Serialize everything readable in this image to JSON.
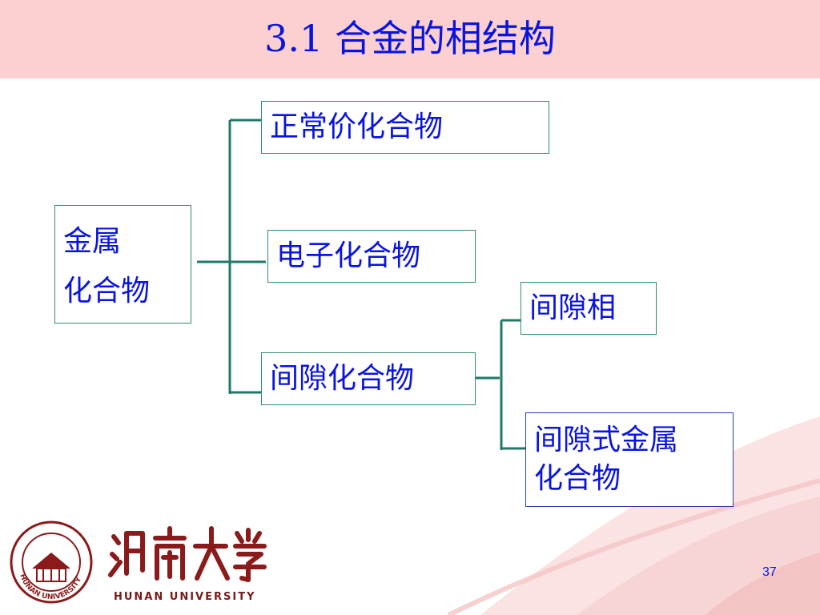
{
  "slide": {
    "title": "3.1 合金的相结构",
    "page_number": "37"
  },
  "diagram": {
    "root": {
      "lines": [
        "金属",
        "化合物"
      ]
    },
    "level1": [
      {
        "text": "正常价化合物"
      },
      {
        "text": "电子化合物"
      },
      {
        "text": "间隙化合物"
      }
    ],
    "level2": [
      {
        "text": "间隙相"
      },
      {
        "lines": [
          "间隙式金属",
          "化合物"
        ]
      }
    ]
  },
  "branding": {
    "university_name_en": "HUNAN UNIVERSITY",
    "university_name_cn": "湖南大学",
    "seal_text": "HUNAN UNIVERSITY"
  },
  "colors": {
    "title_text": "#0a14e0",
    "title_bar": "#fcd0d0",
    "connector": "#1f7a6a",
    "box_border_green": "#2f8a77",
    "box_border_blue": "#2a3fa6",
    "logo": "#8b1a1a"
  }
}
